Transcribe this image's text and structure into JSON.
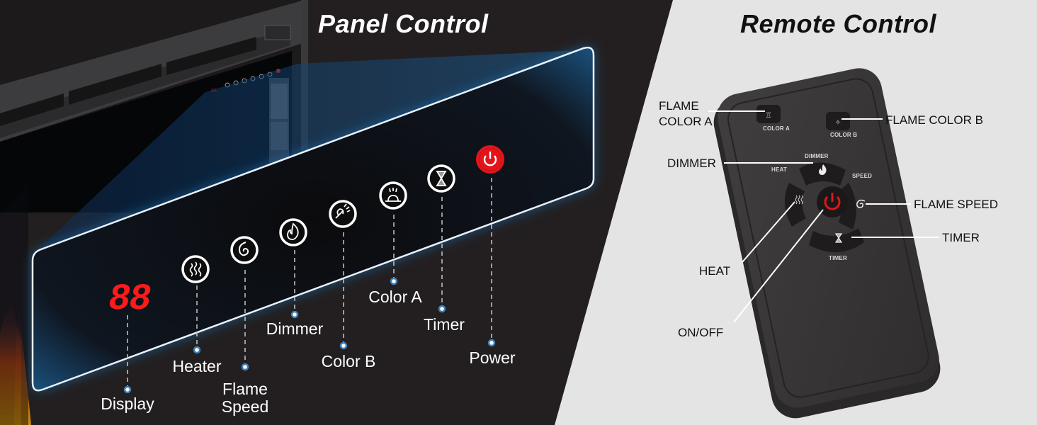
{
  "panel": {
    "title": "Panel Control",
    "display_digits": "88",
    "labels": {
      "display": "Display",
      "heater": "Heater",
      "flame_speed_line1": "Flame",
      "flame_speed_line2": "Speed",
      "dimmer": "Dimmer",
      "color_b": "Color B",
      "color_a": "Color A",
      "timer": "Timer",
      "power": "Power"
    },
    "icons": [
      "heater-icon",
      "flame-speed-icon",
      "dimmer-icon",
      "color-b-icon",
      "color-a-icon",
      "timer-icon",
      "power-icon"
    ]
  },
  "remote": {
    "title": "Remote Control",
    "callouts": {
      "flame_color_a_line1": "FLAME",
      "flame_color_a_line2": "COLOR A",
      "flame_color_b": "FLAME COLOR B",
      "dimmer": "DIMMER",
      "flame_speed": "FLAME SPEED",
      "timer": "TIMER",
      "heat": "HEAT",
      "on_off": "ON/OFF"
    },
    "key_labels": {
      "color_a": "COLOR A",
      "color_b": "COLOR B",
      "dimmer": "DIMMER",
      "heat": "HEAT",
      "speed": "SPEED",
      "timer": "TIMER"
    }
  },
  "colors": {
    "dark_bg": "#231f20",
    "light_bg": "#e4e4e4",
    "glow_blue": "#1e6fae",
    "power_red": "#e3141b",
    "display_red": "#ff1a1a",
    "remote_body": "#3a3839",
    "callout_dot": "#4a8cc4"
  }
}
